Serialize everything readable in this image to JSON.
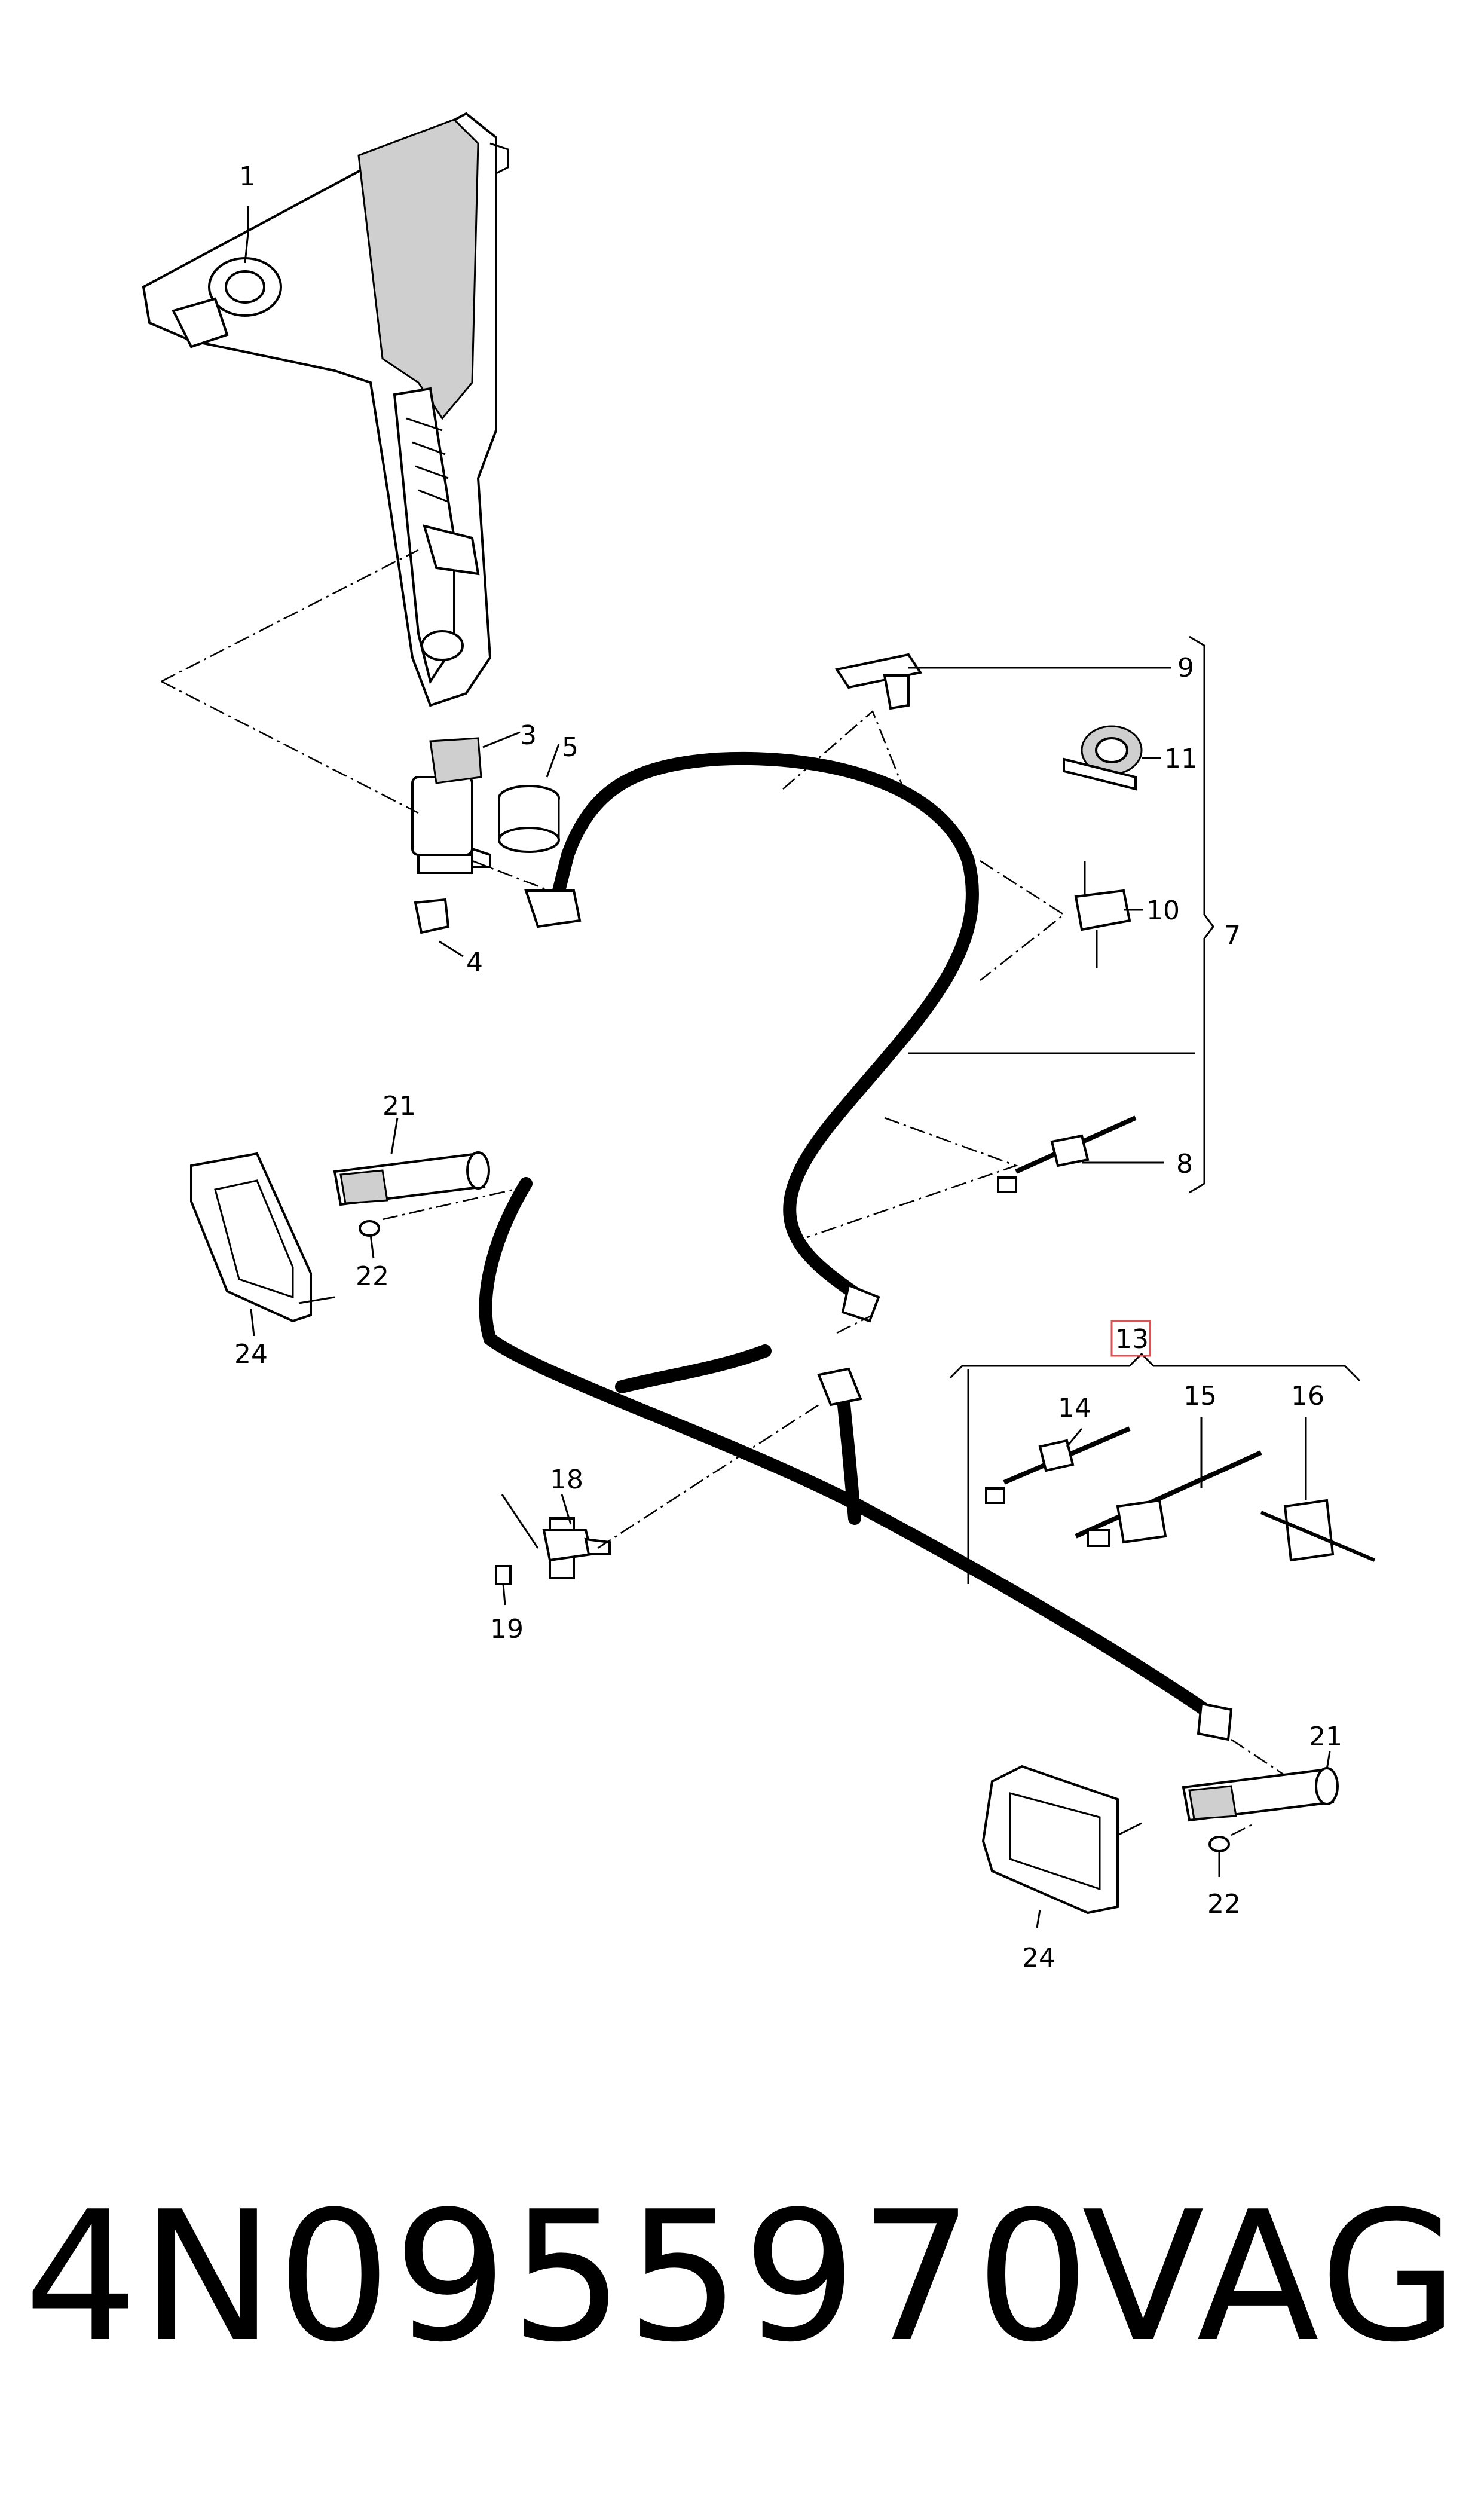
{
  "callouts": {
    "c1": "1",
    "c3": "3",
    "c4": "4",
    "c5": "5",
    "c7": "7",
    "c8": "8",
    "c9": "9",
    "c10": "10",
    "c11": "11",
    "c13": "13",
    "c14": "14",
    "c15": "15",
    "c16": "16",
    "c18": "18",
    "c19": "19",
    "c21a": "21",
    "c21b": "21",
    "c22a": "22",
    "c22b": "22",
    "c24a": "24",
    "c24b": "24"
  },
  "highlight_color": "#e05050",
  "footer": {
    "part_number": "4N0955970",
    "brand": "VAG"
  }
}
